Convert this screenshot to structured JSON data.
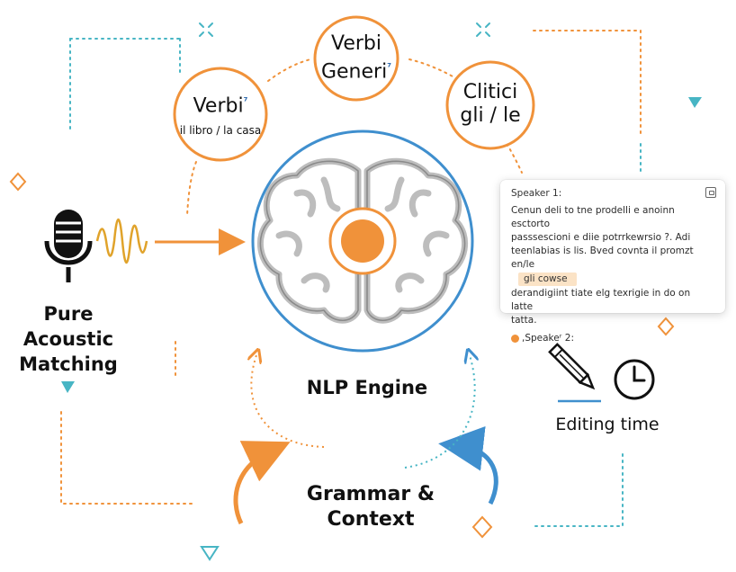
{
  "nodes": {
    "verbi_left": {
      "title": "Verbi",
      "sup": "⁷",
      "subtitle": "il libro / la casa"
    },
    "verbi_generi": {
      "line1": "Verbi",
      "line2": "Generi",
      "sup": "⁷"
    },
    "clitici": {
      "line1": "Clitici",
      "line2": "gli / le"
    }
  },
  "labels": {
    "pure_acoustic": "Pure Acoustic Matching",
    "nlp_engine": "NLP Engine",
    "grammar_context": "Grammar & Context",
    "editing_time": "Editing time"
  },
  "transcript": {
    "speaker1": "Speaker 1:",
    "line1": "Cenun deli to tne prodelli e anoinn esctorto",
    "line2": "passsescioni e diie potrrkewrsio ?. Adi",
    "line3": "teenlabias is lis. Bved covnta il promzt en/le",
    "highlight": "gli cowse",
    "line4": "derandigiint tiate elg texrigie in do on latte",
    "line5": "tatta.",
    "speaker2": ",Speakeʳ 2:"
  },
  "colors": {
    "orange": "#f0923a",
    "blue": "#3f8fce",
    "teal": "#47b5c4",
    "brain_gray": "#bdbdbd",
    "ink": "#1a1a1a"
  },
  "icons": [
    "microphone-icon",
    "sound-wave-icon",
    "brain-icon",
    "pencil-icon",
    "clock-icon",
    "document-icon"
  ]
}
